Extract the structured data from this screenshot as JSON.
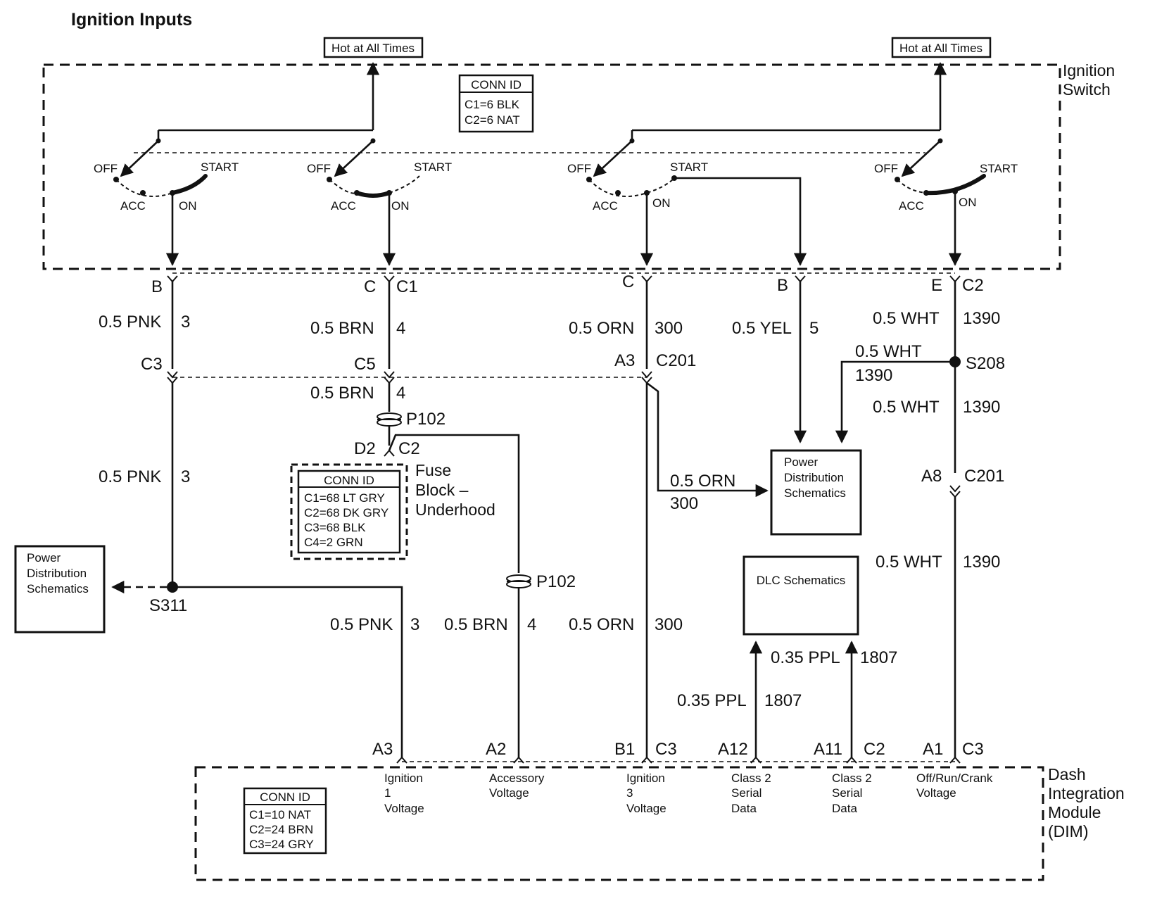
{
  "title": "Ignition Inputs",
  "ignition_switch": {
    "label_line1": "Ignition",
    "label_line2": "Switch",
    "hot_label": "Hot at All Times",
    "conn_id": {
      "header": "CONN ID",
      "lines": [
        "C1=6 BLK",
        "C2=6 NAT"
      ]
    },
    "positions": {
      "off": "OFF",
      "start": "START",
      "acc": "ACC",
      "on": "ON"
    }
  },
  "switch_pins": {
    "b": "B",
    "c_left": "C",
    "c1": "C1",
    "c_mid": "C",
    "b_right": "B",
    "e": "E",
    "c2": "C2"
  },
  "wires": {
    "pnk": "0.5 PNK",
    "pnk_ckt": "3",
    "brn": "0.5 BRN",
    "brn_ckt": "4",
    "orn": "0.5 ORN",
    "orn_ckt": "300",
    "yel": "0.5 YEL",
    "yel_ckt": "5",
    "wht": "0.5 WHT",
    "wht_ckt": "1390",
    "ppl": "0.35 PPL",
    "ppl_ckt": "1807"
  },
  "connectors": {
    "c3": "C3",
    "c5": "C5",
    "a3": "A3",
    "c201": "C201",
    "p102": "P102",
    "d2": "D2",
    "c2": "C2",
    "a8": "A8",
    "s208": "S208",
    "s311": "S311"
  },
  "fuse_block": {
    "label_line1": "Fuse",
    "label_line2": "Block –",
    "label_line3": "Underhood",
    "conn_id": {
      "header": "CONN ID",
      "lines": [
        "C1=68 LT GRY",
        "C2=68 DK GRY",
        "C3=68 BLK",
        "C4=2 GRN"
      ]
    }
  },
  "power_dist": {
    "line1": "Power",
    "line2": "Distribution",
    "line3": "Schematics"
  },
  "dlc": "DLC Schematics",
  "dim": {
    "label_line1": "Dash",
    "label_line2": "Integration",
    "label_line3": "Module",
    "label_line4": "(DIM)",
    "conn_id": {
      "header": "CONN ID",
      "lines": [
        "C1=10 NAT",
        "C2=24 BRN",
        "C3=24 GRY"
      ]
    },
    "pins": {
      "a3": "A3",
      "a2": "A2",
      "b1": "B1",
      "c3a": "C3",
      "a12": "A12",
      "a11": "A11",
      "c2": "C2",
      "a1": "A1",
      "c3b": "C3"
    },
    "inputs": {
      "ign1": [
        "Ignition",
        "1",
        "Voltage"
      ],
      "acc": [
        "Accessory",
        "Voltage"
      ],
      "ign3": [
        "Ignition",
        "3",
        "Voltage"
      ],
      "class2a": [
        "Class 2",
        "Serial",
        "Data"
      ],
      "class2b": [
        "Class 2",
        "Serial",
        "Data"
      ],
      "offrun": [
        "Off/Run/Crank",
        "Voltage"
      ]
    }
  }
}
